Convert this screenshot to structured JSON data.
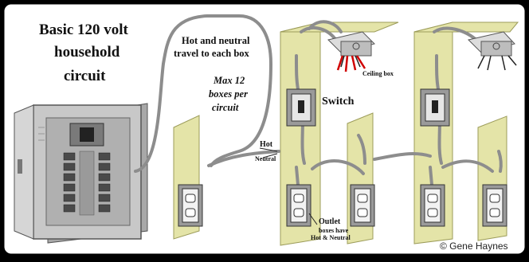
{
  "title": {
    "line1": "Basic 120 volt",
    "line2": "household",
    "line3": "circuit"
  },
  "notes": {
    "travel_line1": "Hot and neutral",
    "travel_line2": "travel to each box",
    "max_line1": "Max 12",
    "max_line2": "boxes per",
    "max_line3": "circuit"
  },
  "labels": {
    "hot": "Hot",
    "neutral": "Neutral",
    "ceiling_box": "Ceiling box",
    "switch": "Switch",
    "outlet": "Outlet",
    "outlet_note_line1": "boxes have",
    "outlet_note_line2": "Hot & Neutral"
  },
  "credit": "© Gene Haynes",
  "colors": {
    "background": "#ffffff",
    "frame": "#000000",
    "wall_stud": "#e4e4a8",
    "wall_stud_edge": "#9c9c5a",
    "panel_gray": "#bfbfbf",
    "panel_dark": "#8a8a8a",
    "hot_wire": "#d00000",
    "box_gray": "#9a9a9a",
    "outlet_white": "#f2f2f2"
  }
}
